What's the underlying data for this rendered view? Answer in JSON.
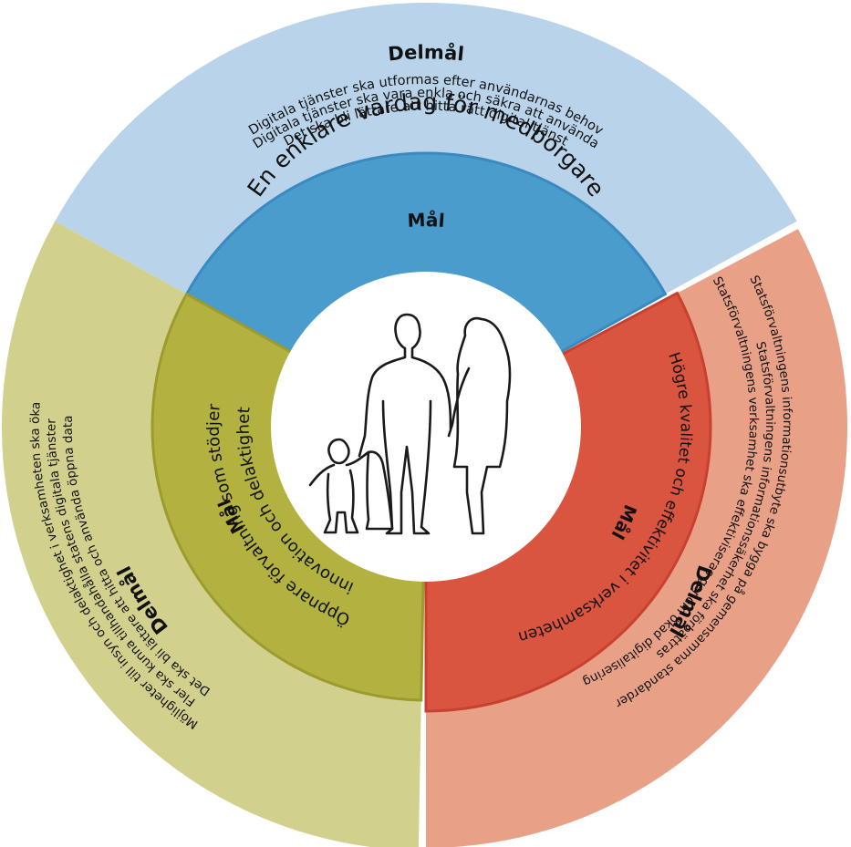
{
  "colors": {
    "top_outer": "#b9d4ea",
    "top_inner": "#4a9ccd",
    "top_inner_edge": "#3a8ac0",
    "right_outer": "#e8a087",
    "right_inner": "#d9553f",
    "right_inner_edge": "#c8412f",
    "left_outer": "#d2d08d",
    "left_inner": "#b3b240",
    "left_inner_edge": "#9c9b2e",
    "center": "#ffffff",
    "figure_stroke": "#1a1a1a"
  },
  "center_icon": "family-silhouette-icon",
  "sectors": {
    "top": {
      "outer_title": "Delmål",
      "outer_lines": [
        "Digitala tjänster ska utformas efter användarnas behov",
        "Digitala tjänster ska vara enkla och säkra att använda",
        "Det ska bli lättare att hitta rätt digital tjänst"
      ],
      "inner_title": "Mål",
      "inner_text": "En enklare vardag för medborgare"
    },
    "right": {
      "outer_title": "Delmål",
      "outer_lines": [
        "Statsförvaltningens informationsutbyte ska bygga på gemensamma standarder",
        "Statsförvaltningens informationssäkerhet ska förbättras",
        "Statsförvaltningens verksamhet ska effektiviseras genom ökad digitalisering"
      ],
      "inner_title": "Mål",
      "inner_text": "Högre kvalitet och effektivitet i verksamheten"
    },
    "left": {
      "outer_title": "Delmål",
      "outer_lines": [
        "Det ska bli lättare att hitta och använda öppna data",
        "Fler ska kunna tillhandahålla statens digitala tjänster",
        "Möjligheter till insyn och delaktighet i verksamheten ska öka"
      ],
      "inner_title": "Mål",
      "inner_lines": [
        "Öppnare förvaltning som stödjer",
        "innovation och delaktighet"
      ]
    }
  }
}
